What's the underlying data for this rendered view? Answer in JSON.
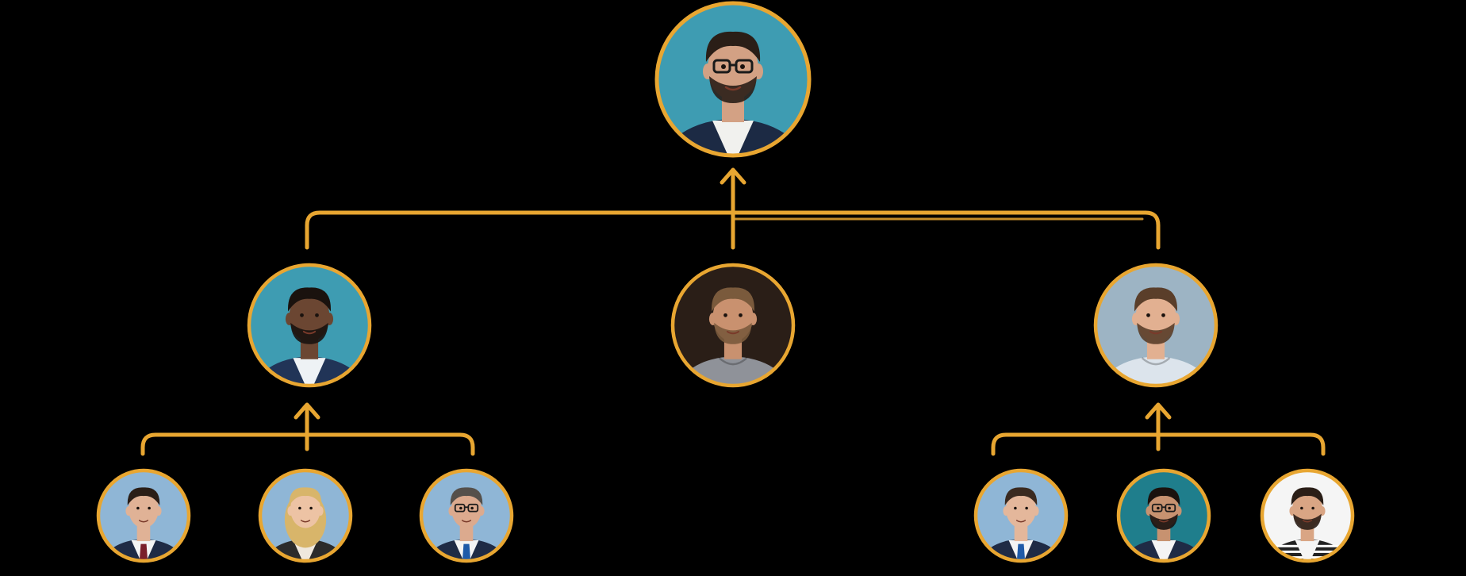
{
  "theme": {
    "background": "#000000",
    "accent": "#E8A631",
    "skin": "#C99A78",
    "skin_dark": "#6B4632",
    "hair_dark": "#2A1E17",
    "hair_blond": "#D8B56A"
  },
  "org_chart": {
    "root": {
      "id": "top-executive",
      "avatar": {
        "bg": "#3E9CB2",
        "suit": "#1C2A44",
        "shirt": "#F1F1EE",
        "skin": "#D3A184",
        "hair": "#2A1E17",
        "glasses": true,
        "beard": true
      }
    },
    "managers": [
      {
        "id": "manager-left",
        "avatar": {
          "bg": "#3E9CB2",
          "suit": "#213457",
          "shirt": "#EEF2F5",
          "skin": "#6B4632",
          "hair": "#1A120E",
          "glasses": false,
          "beard": true
        },
        "reports": [
          {
            "id": "report-left-1",
            "avatar": {
              "bg": "#8FB6D6",
              "suit": "#1F2B45",
              "shirt": "#F4F4F4",
              "skin": "#E0B296",
              "hair": "#2A1E17",
              "tie": "#7A1F2B",
              "glasses": false,
              "beard": false
            }
          },
          {
            "id": "report-left-2",
            "avatar": {
              "bg": "#8FB6D6",
              "suit": "#2B2B2B",
              "shirt": "#EFE8DD",
              "skin": "#EDC3A4",
              "hair": "#D8B56A",
              "glasses": false,
              "beard": false,
              "long_hair": true
            }
          },
          {
            "id": "report-left-3",
            "avatar": {
              "bg": "#8FB6D6",
              "suit": "#1F2B45",
              "shirt": "#F4F4F4",
              "skin": "#DCAA8E",
              "hair": "#55504B",
              "tie": "#1E5AA8",
              "glasses": true,
              "beard": false
            }
          }
        ]
      },
      {
        "id": "manager-center",
        "avatar": {
          "bg": "#2A1E17",
          "suit": "#8F9299",
          "shirt": "#8F9299",
          "skin": "#C9916F",
          "hair": "#7A5A3C",
          "glasses": false,
          "beard": true,
          "tshirt": true
        },
        "reports": []
      },
      {
        "id": "manager-right",
        "avatar": {
          "bg": "#9DB4C4",
          "suit": "#DCE4EC",
          "shirt": "#DCE4EC",
          "skin": "#E2B091",
          "hair": "#5A3E2A",
          "glasses": false,
          "beard": true,
          "tshirt": true
        },
        "reports": [
          {
            "id": "report-right-1",
            "avatar": {
              "bg": "#8FB6D6",
              "suit": "#1F2B45",
              "shirt": "#F4F4F4",
              "skin": "#E4B79B",
              "hair": "#3A2A20",
              "tie": "#1E5AA8",
              "glasses": false,
              "beard": false
            }
          },
          {
            "id": "report-right-2",
            "avatar": {
              "bg": "#1F7E8C",
              "suit": "#1F2B45",
              "shirt": "#F4F4F4",
              "skin": "#C79270",
              "hair": "#1A120E",
              "glasses": true,
              "beard": true
            }
          },
          {
            "id": "report-right-3",
            "avatar": {
              "bg": "#F5F5F5",
              "suit": "#222222",
              "shirt": "#F5F5F5",
              "skin": "#D9A584",
              "hair": "#2A1E17",
              "glasses": false,
              "beard": true,
              "stripes": true
            }
          }
        ]
      }
    ]
  }
}
